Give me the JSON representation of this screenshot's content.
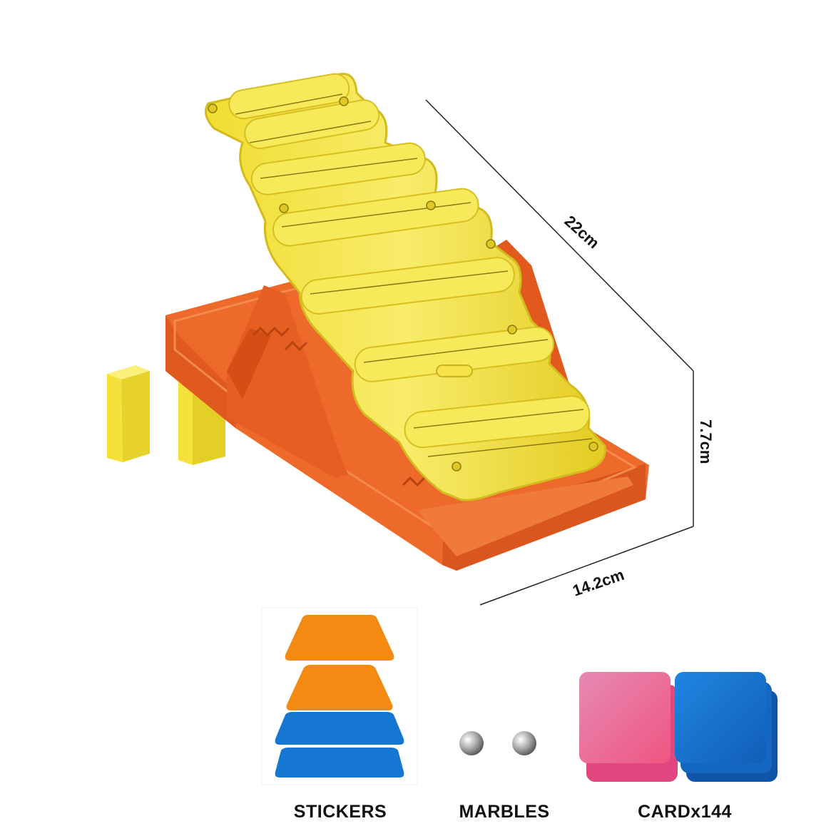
{
  "dimensions": {
    "length": "22cm",
    "height": "7.7cm",
    "width": "14.2cm"
  },
  "items": {
    "stickers": "STICKERS",
    "marbles": "MARBLES",
    "cards": "CARDx144"
  },
  "colors": {
    "base_orange": "#ee6a2a",
    "base_orange_dark": "#c9501c",
    "track_yellow": "#f3e23a",
    "track_yellow_dark": "#c9b21c",
    "block_yellow": "#f6e63c",
    "sticker_orange": "#f48a12",
    "sticker_blue": "#1677d2",
    "card_pink": "#ea5f93",
    "card_blue": "#1572d0"
  }
}
